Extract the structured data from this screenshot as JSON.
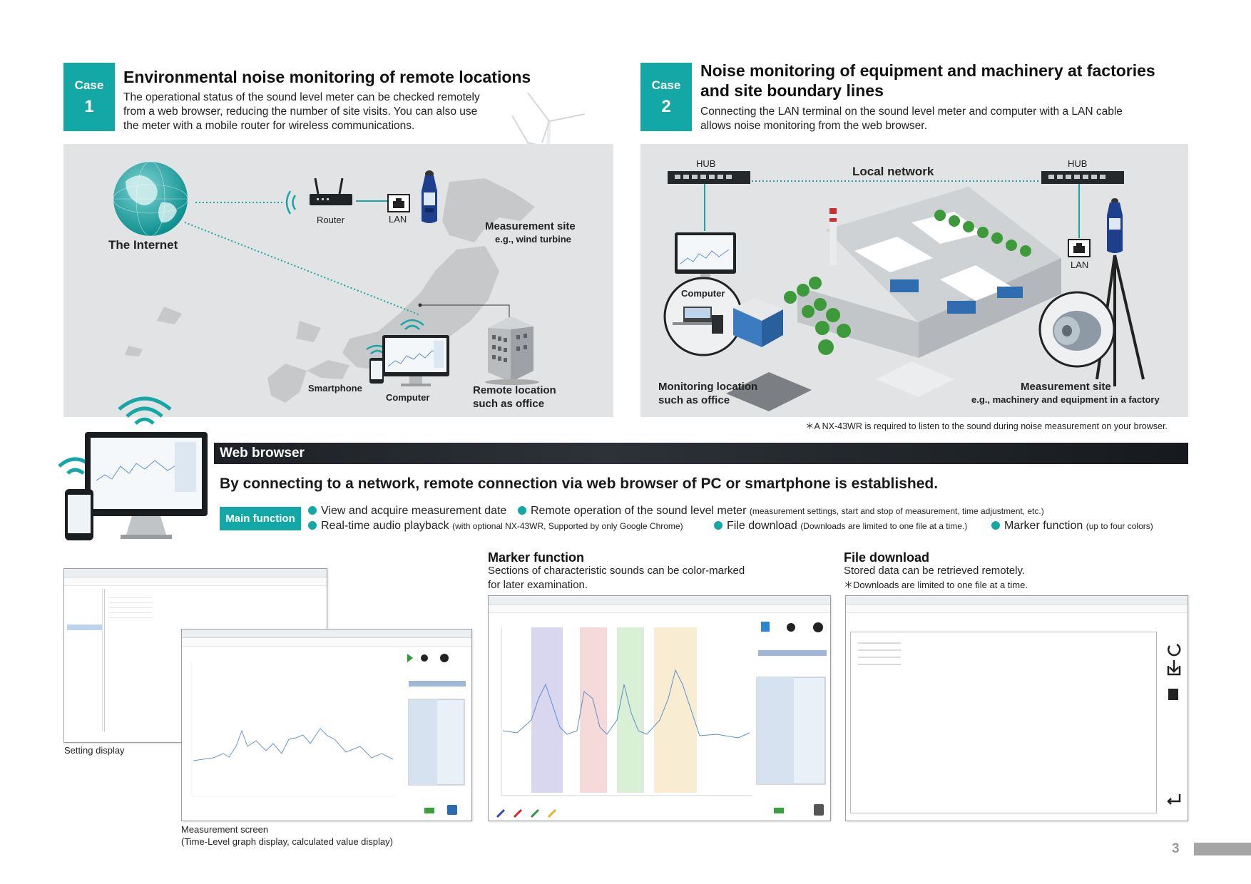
{
  "case1": {
    "badge_label": "Case",
    "badge_number": "1",
    "title": "Environmental noise monitoring of remote locations",
    "desc_lines": [
      "The operational status of the sound level meter can be checked remotely",
      "from a web browser, reducing the number of site visits. You can also use",
      "the meter with a mobile router for wireless communications."
    ],
    "internet_label": "The Internet",
    "router_label": "Router",
    "lan_label": "LAN",
    "site_label": "Measurement site",
    "site_sub": "e.g., wind turbine",
    "smartphone_label": "Smartphone",
    "computer_label": "Computer",
    "remote_label_1": "Remote location",
    "remote_label_2": "such as office"
  },
  "case2": {
    "badge_label": "Case",
    "badge_number": "2",
    "title_lines": [
      "Noise monitoring of equipment and machinery at factories",
      "and site boundary lines"
    ],
    "desc_lines": [
      "Connecting the LAN terminal on the sound level meter and computer with a LAN cable",
      "allows noise monitoring from the web browser."
    ],
    "hub_left": "HUB",
    "hub_right": "HUB",
    "local_network": "Local network",
    "computer_label": "Computer",
    "lan_label": "LAN",
    "monitoring_1": "Monitoring location",
    "monitoring_2": "such as office",
    "site_label": "Measurement site",
    "site_sub": "e.g., machinery and equipment in a factory",
    "note": "＊A NX-43WR is required to listen to the sound during noise measurement on your browser."
  },
  "web": {
    "band_label": "Web browser",
    "headline": "By connecting to a network, remote connection via web browser of PC or smartphone is established.",
    "main_function": "Main function",
    "features_row1": [
      {
        "text": "View and acquire measurement date",
        "note": ""
      },
      {
        "text": "Remote operation of the sound level meter",
        "note": "(measurement settings, start and stop of measurement, time adjustment, etc.)"
      }
    ],
    "features_row2": [
      {
        "text": "Real-time audio playback",
        "note": "(with optional NX-43WR, Supported by only Google Chrome)"
      },
      {
        "text": "File download",
        "note": "(Downloads are limited to one file at a time.)"
      },
      {
        "text": "Marker function",
        "note": "(up to four colors)"
      }
    ]
  },
  "marker": {
    "title": "Marker function",
    "desc_lines": [
      "Sections of characteristic sounds can be color-marked",
      "for later examination."
    ]
  },
  "download": {
    "title": "File download",
    "desc_lines": [
      "Stored data can be retrieved remotely.",
      "＊Downloads are limited to one file at a time."
    ]
  },
  "captions": {
    "setting": "Setting display",
    "measurement_1": "Measurement screen",
    "measurement_2": "(Time-Level graph display, calculated value display)"
  },
  "colors": {
    "accent": "#13a7a6",
    "marker_purple": "#d9d6f0",
    "marker_red": "#f6d9d9",
    "marker_green": "#d9efd6",
    "marker_yellow": "#f8ecd2"
  },
  "page_number": "3"
}
